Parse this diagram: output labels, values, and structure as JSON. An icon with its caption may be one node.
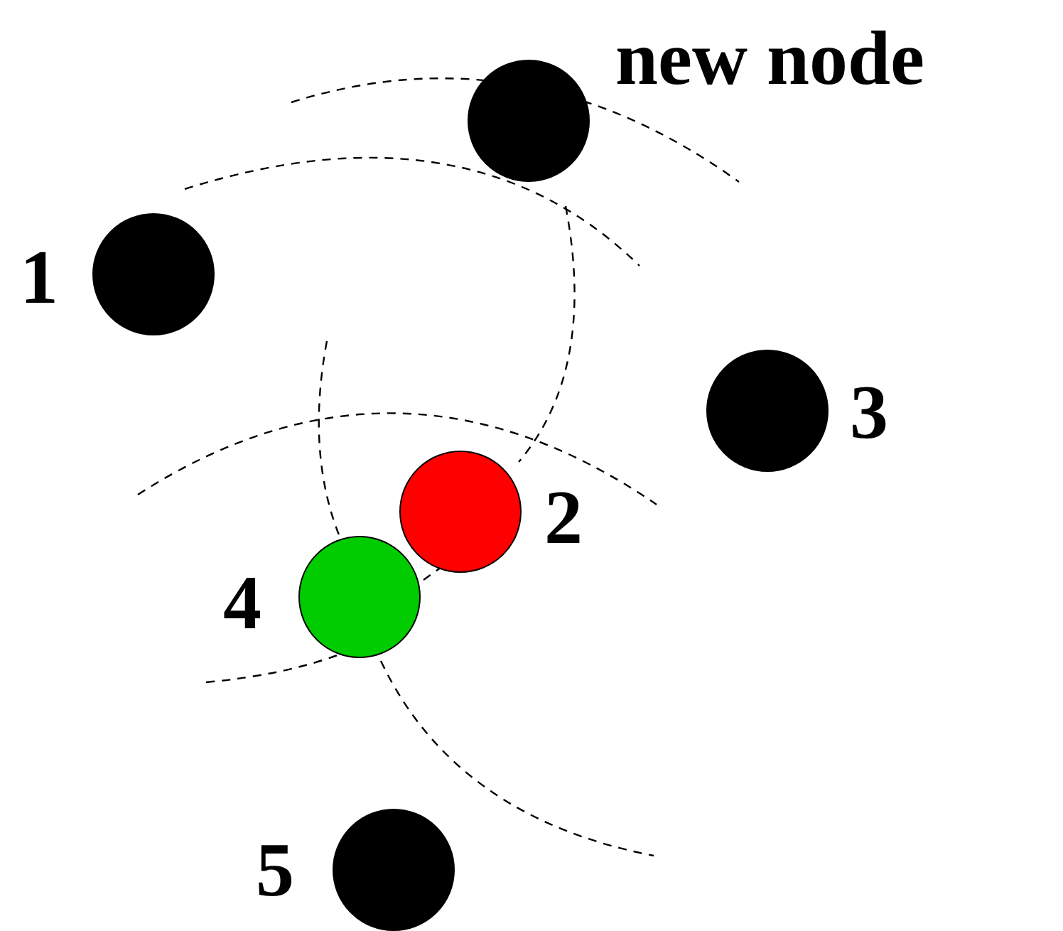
{
  "diagram": {
    "nodes": [
      {
        "text": [],
        "shape": "circle",
        "beside": [
          "new node"
        ]
      },
      {
        "text": [],
        "shape": "circle",
        "beside": [
          "1"
        ]
      },
      {
        "text": [],
        "shape": "circle",
        "beside": [
          "3"
        ]
      },
      {
        "text": [],
        "shape": "circle",
        "beside": [
          "2"
        ]
      },
      {
        "text": [],
        "shape": "circle",
        "beside": [
          "4"
        ]
      },
      {
        "text": [],
        "shape": "circle",
        "beside": [
          "5"
        ]
      }
    ]
  }
}
